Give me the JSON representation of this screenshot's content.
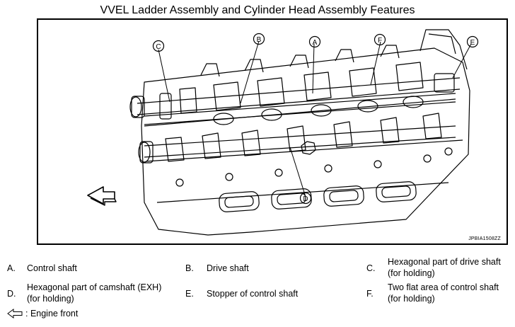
{
  "title": "VVEL Ladder Assembly and Cylinder Head Assembly Features",
  "figure": {
    "code": "JPBIA1508ZZ",
    "callouts": [
      "C",
      "B",
      "A",
      "F",
      "E",
      "D"
    ],
    "arrow_icon": "direction-arrow-left-icon"
  },
  "legend": [
    {
      "letter": "A.",
      "text": "Control shaft"
    },
    {
      "letter": "B.",
      "text": "Drive shaft"
    },
    {
      "letter": "C.",
      "text": "Hexagonal part of drive shaft (for holding)"
    },
    {
      "letter": "D.",
      "text": "Hexagonal part of camshaft (EXH) (for holding)"
    },
    {
      "letter": "E.",
      "text": "Stopper of control shaft"
    },
    {
      "letter": "F.",
      "text": "Two flat area of control shaft (for holding)"
    }
  ],
  "front_note": {
    "icon": "outline-arrow-left-icon",
    "text": ": Engine front"
  }
}
